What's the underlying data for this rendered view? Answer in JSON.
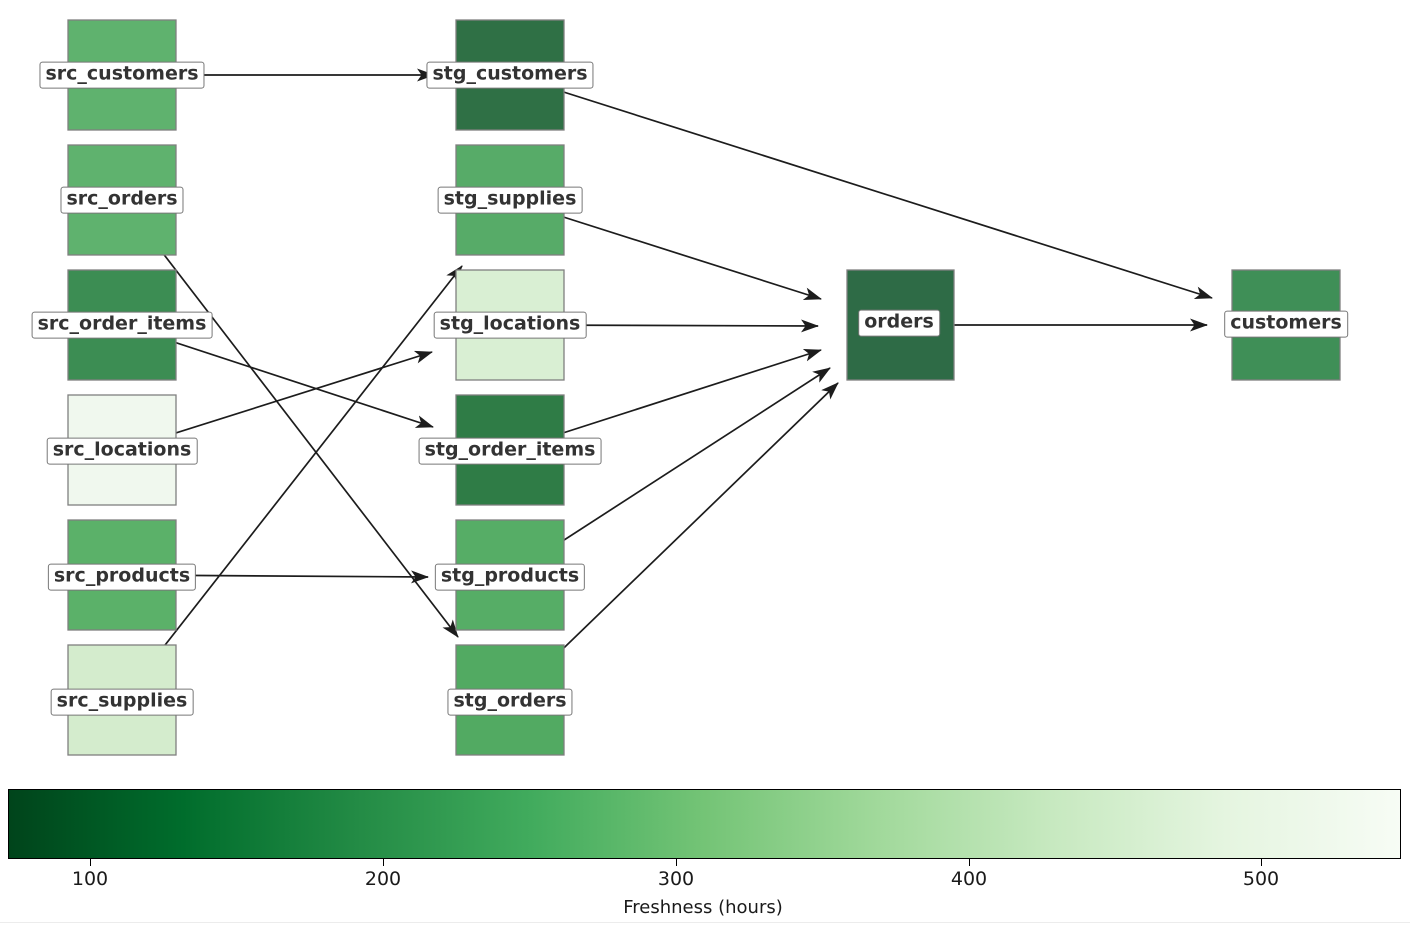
{
  "graph": {
    "nodes": {
      "src_customers": {
        "label": "src_customers",
        "color": "#5fb26e"
      },
      "src_orders": {
        "label": "src_orders",
        "color": "#5fb26e"
      },
      "src_order_items": {
        "label": "src_order_items",
        "color": "#3c8d53"
      },
      "src_locations": {
        "label": "src_locations",
        "color": "#f0f8ee"
      },
      "src_products": {
        "label": "src_products",
        "color": "#5bb169"
      },
      "src_supplies": {
        "label": "src_supplies",
        "color": "#d4eccd"
      },
      "stg_customers": {
        "label": "stg_customers",
        "color": "#2f7045"
      },
      "stg_supplies": {
        "label": "stg_supplies",
        "color": "#57ab68"
      },
      "stg_locations": {
        "label": "stg_locations",
        "color": "#d9efd3"
      },
      "stg_order_items": {
        "label": "stg_order_items",
        "color": "#2f7c46"
      },
      "stg_products": {
        "label": "stg_products",
        "color": "#56ad66"
      },
      "stg_orders": {
        "label": "stg_orders",
        "color": "#52aa62"
      },
      "orders": {
        "label": "orders",
        "color": "#2e6b46"
      },
      "customers": {
        "label": "customers",
        "color": "#3f8f57"
      }
    },
    "edges": [
      {
        "from": "src_customers",
        "to": "stg_customers"
      },
      {
        "from": "src_orders",
        "to": "stg_orders"
      },
      {
        "from": "src_order_items",
        "to": "stg_order_items"
      },
      {
        "from": "src_locations",
        "to": "stg_locations"
      },
      {
        "from": "src_products",
        "to": "stg_products"
      },
      {
        "from": "src_supplies",
        "to": "stg_supplies"
      },
      {
        "from": "stg_customers",
        "to": "customers"
      },
      {
        "from": "stg_supplies",
        "to": "orders"
      },
      {
        "from": "stg_locations",
        "to": "orders"
      },
      {
        "from": "stg_order_items",
        "to": "orders"
      },
      {
        "from": "stg_products",
        "to": "orders"
      },
      {
        "from": "stg_orders",
        "to": "orders"
      },
      {
        "from": "orders",
        "to": "customers"
      }
    ],
    "edge_color": "#1c1c1c"
  },
  "colorbar": {
    "title": "Freshness (hours)",
    "ticks": [
      "100",
      "200",
      "300",
      "400",
      "500"
    ],
    "gradient": [
      "#00441b",
      "#006d2c",
      "#238b45",
      "#41ab5d",
      "#74c476",
      "#a1d99b",
      "#c7e9c0",
      "#e5f5e0",
      "#f7fcf5"
    ]
  }
}
